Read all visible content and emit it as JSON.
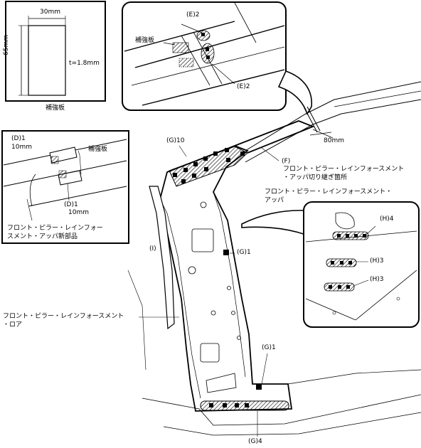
{
  "plate_panel": {
    "width_label": "30mm",
    "height_label": "65mm",
    "thickness_label": "t=1.8mm",
    "caption": "補強板"
  },
  "inset_e": {
    "label_top": "(E)2",
    "label_bottom": "(E)2",
    "plate_label": "補強板"
  },
  "inset_d": {
    "label_top": "(D)1",
    "label_top_dim": "10mm",
    "label_bottom": "(D)1",
    "label_bottom_dim": "10mm",
    "plate_label": "補強板",
    "part_caption_1": "フロント・ピラー・レインフォー",
    "part_caption_2": "スメント・アッパ新部品"
  },
  "inset_h": {
    "label_1": "(H)4",
    "label_2": "(H)3",
    "label_3": "(H)3"
  },
  "main": {
    "dim_80": "80mm",
    "label_g10": "(G)10",
    "label_f": "(F)",
    "cut_caption_1": "フロント・ピラー・レインフォースメント",
    "cut_caption_2": "・アッパ切り継ぎ箇所",
    "upper_caption_1": "フロント・ピラー・レインフォースメント・",
    "upper_caption_2": "アッパ",
    "label_g1_a": "(G)1",
    "label_i": "(I)",
    "lower_caption_1": "フロント・ピラー・レインフォースメント",
    "lower_caption_2": "・ロア",
    "label_g1_b": "(G)1",
    "label_g4": "(G)4"
  }
}
